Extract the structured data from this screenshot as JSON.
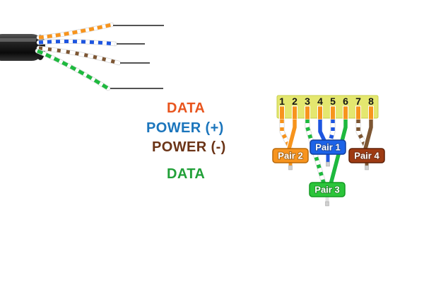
{
  "page": {
    "background": "#ffffff"
  },
  "cable_labels": [
    {
      "label": "DATA",
      "color": "#E8551E",
      "wire_pair": "orange"
    },
    {
      "label": "POWER (+)",
      "color": "#1B75BC",
      "wire_pair": "blue"
    },
    {
      "label": "POWER (-)",
      "color": "#6B3417",
      "wire_pair": "brown"
    },
    {
      "label": "DATA",
      "color": "#21A038",
      "wire_pair": "green"
    }
  ],
  "connector": {
    "pins": [
      "1",
      "2",
      "3",
      "4",
      "5",
      "6",
      "7",
      "8"
    ],
    "pin_wires": [
      "white-orange",
      "orange",
      "white-green",
      "blue",
      "white-blue",
      "green",
      "white-brown",
      "brown"
    ],
    "strip_color": "#E4E76F",
    "strip_border": "#C9CF4F",
    "contact_color": "#F7941D",
    "number_color": "#151515"
  },
  "pairs": [
    {
      "label": "Pair 1",
      "connects_pins": [
        4,
        5
      ],
      "color": "#1C63E8",
      "border": "#123E9C"
    },
    {
      "label": "Pair 2",
      "connects_pins": [
        1,
        2
      ],
      "color": "#F7941E",
      "border": "#B96A0C"
    },
    {
      "label": "Pair 3",
      "connects_pins": [
        3,
        6
      ],
      "color": "#2BC53A",
      "border": "#149A22"
    },
    {
      "label": "Pair 4",
      "connects_pins": [
        7,
        8
      ],
      "color": "#9E3B13",
      "border": "#5F2108"
    }
  ],
  "colors": {
    "orange": "#F7941D",
    "blue": "#1D55E0",
    "green": "#1DB93E",
    "brown": "#7D5633",
    "wire_white": "#FFFFFF",
    "wire_edge": "#D6D6D6",
    "pointer_line": "#1A1A1A",
    "stub_grey": "#CFCFCF"
  }
}
